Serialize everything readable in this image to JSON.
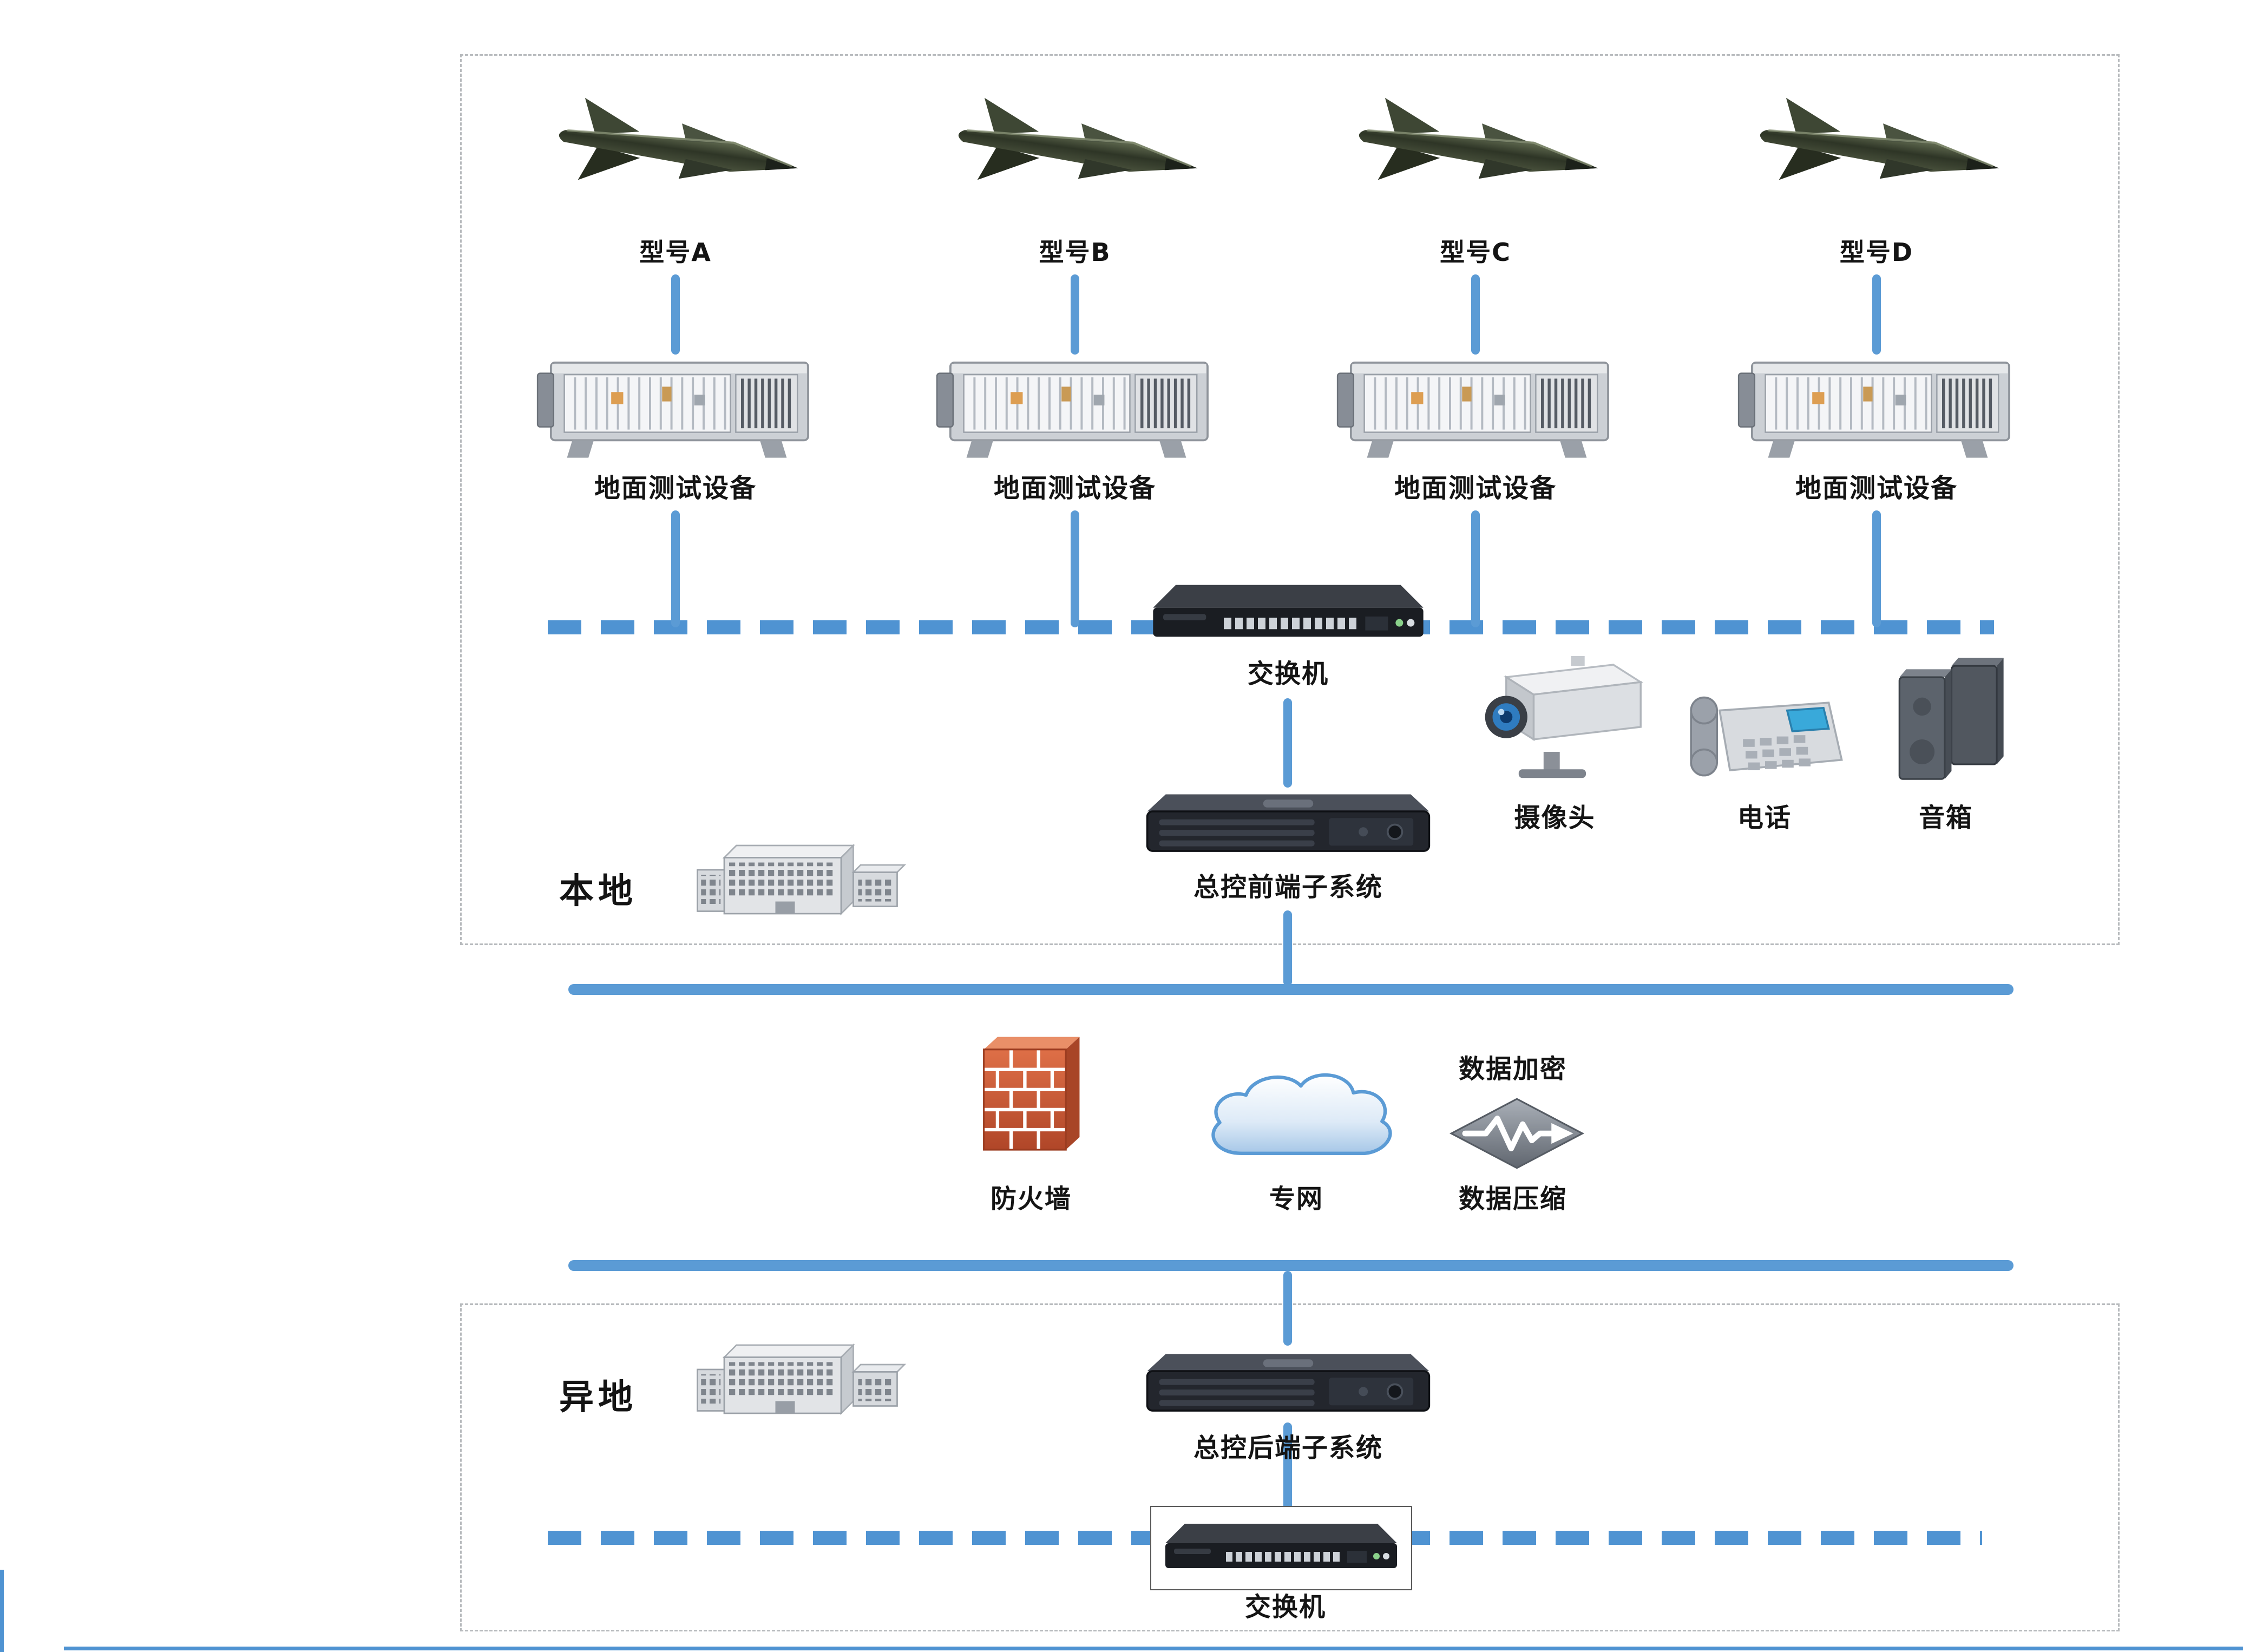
{
  "diagram": {
    "local": {
      "section_label": "本地",
      "units": [
        {
          "model": "型号A",
          "device": "地面测试设备"
        },
        {
          "model": "型号B",
          "device": "地面测试设备"
        },
        {
          "model": "型号C",
          "device": "地面测试设备"
        },
        {
          "model": "型号D",
          "device": "地面测试设备"
        }
      ],
      "switch_label": "交换机",
      "server_label": "总控前端子系统",
      "camera_label": "摄像头",
      "phone_label": "电话",
      "speaker_label": "音箱"
    },
    "wan": {
      "firewall_label": "防火墙",
      "network_label": "专网",
      "encrypt_label": "数据加密",
      "compress_label": "数据压缩"
    },
    "remote": {
      "section_label": "异地",
      "server_label": "总控后端子系统",
      "switch_label": "交换机"
    }
  },
  "icons": {
    "missile-icon": "svg-missile",
    "test-equipment-icon": "svg-chassis",
    "network-switch-icon": "svg-switch",
    "server-icon": "svg-server",
    "camera-icon": "svg-camera",
    "telephone-icon": "svg-phone",
    "speaker-icon": "svg-speaker",
    "building-icon": "svg-building",
    "firewall-icon": "svg-firewall",
    "private-network-cloud-icon": "svg-cloud",
    "codec-diamond-icon": "svg-codec"
  },
  "colors": {
    "line_blue": "#5B9BD5",
    "bus_blue": "#4F93D2",
    "border_dash": "#B8BBBE",
    "text": "#141414"
  }
}
